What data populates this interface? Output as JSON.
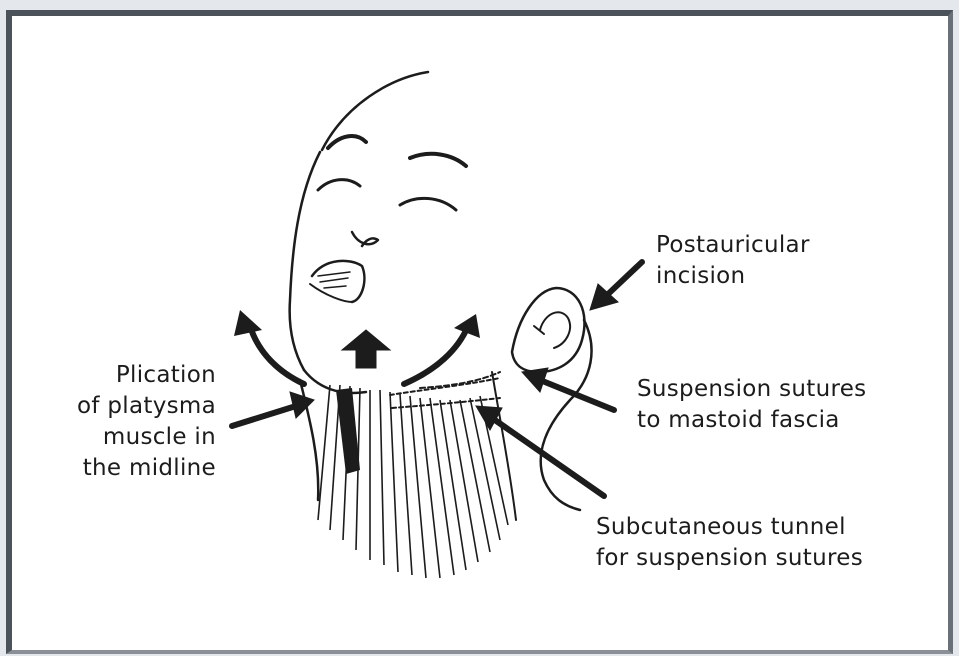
{
  "labels": {
    "postauricular": [
      "Postauricular",
      "incision"
    ],
    "plication": [
      "Plication",
      "of platysma",
      "muscle in",
      "the midline"
    ],
    "suspension": [
      "Suspension sutures",
      "to mastoid fascia"
    ],
    "tunnel": [
      "Subcutaneous tunnel",
      "for suspension sutures"
    ]
  },
  "colors": {
    "ink": "#1c1c1c",
    "frame": "#4c525a",
    "paper": "#ffffff"
  }
}
